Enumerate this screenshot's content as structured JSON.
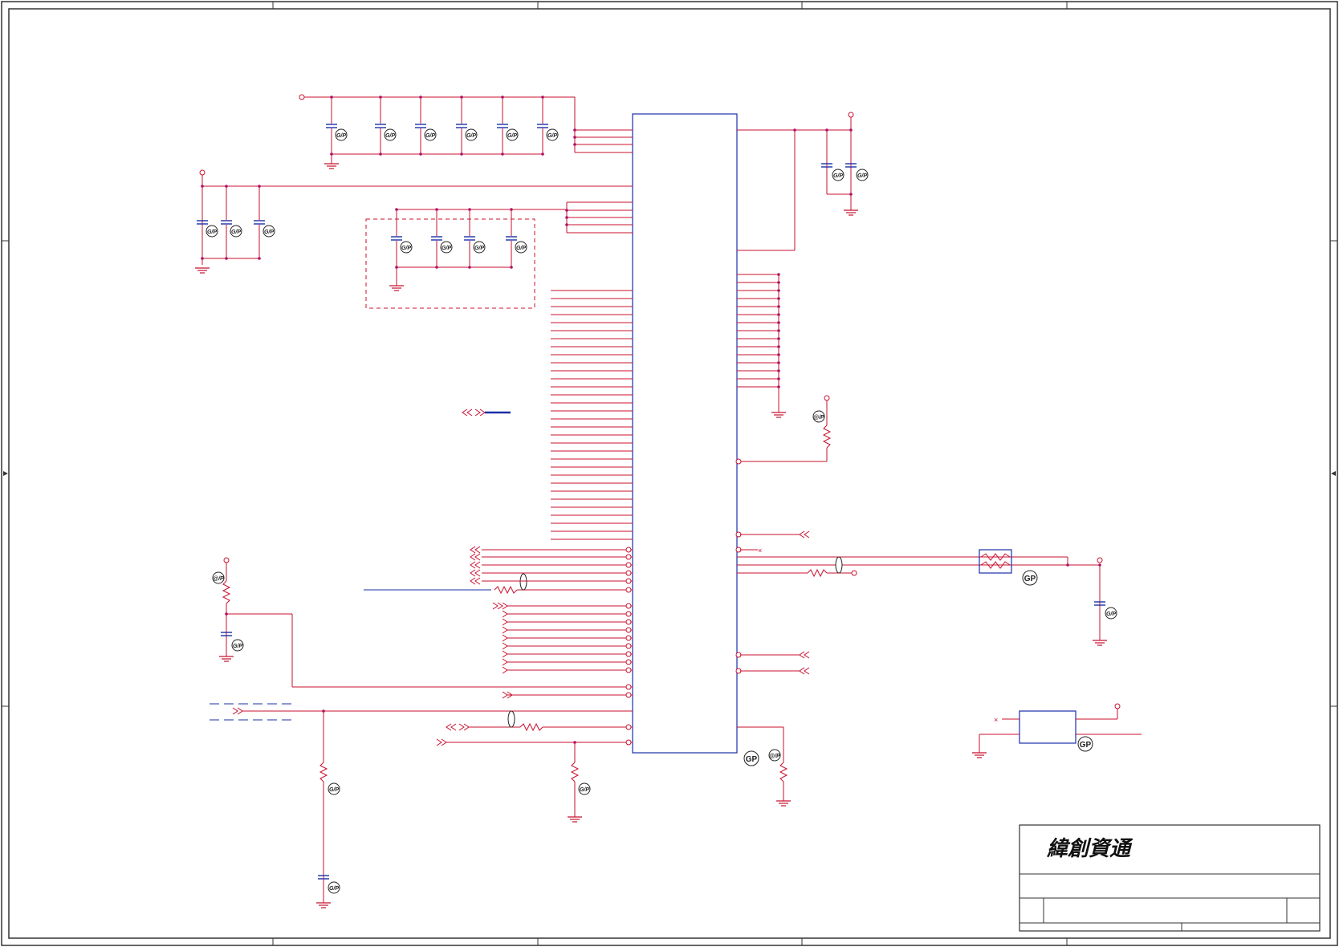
{
  "title_block": {
    "company_name": "緯創資通"
  },
  "symbols": {
    "gp_badge": "GP",
    "small_badge": "G/P",
    "small_badge_alt": "@/P",
    "ground": "GND"
  },
  "colors": {
    "wire": "#c8102e",
    "component": "#1a2fa8",
    "frame": "#333333",
    "junction": "#b01068",
    "badge": "#222222"
  }
}
